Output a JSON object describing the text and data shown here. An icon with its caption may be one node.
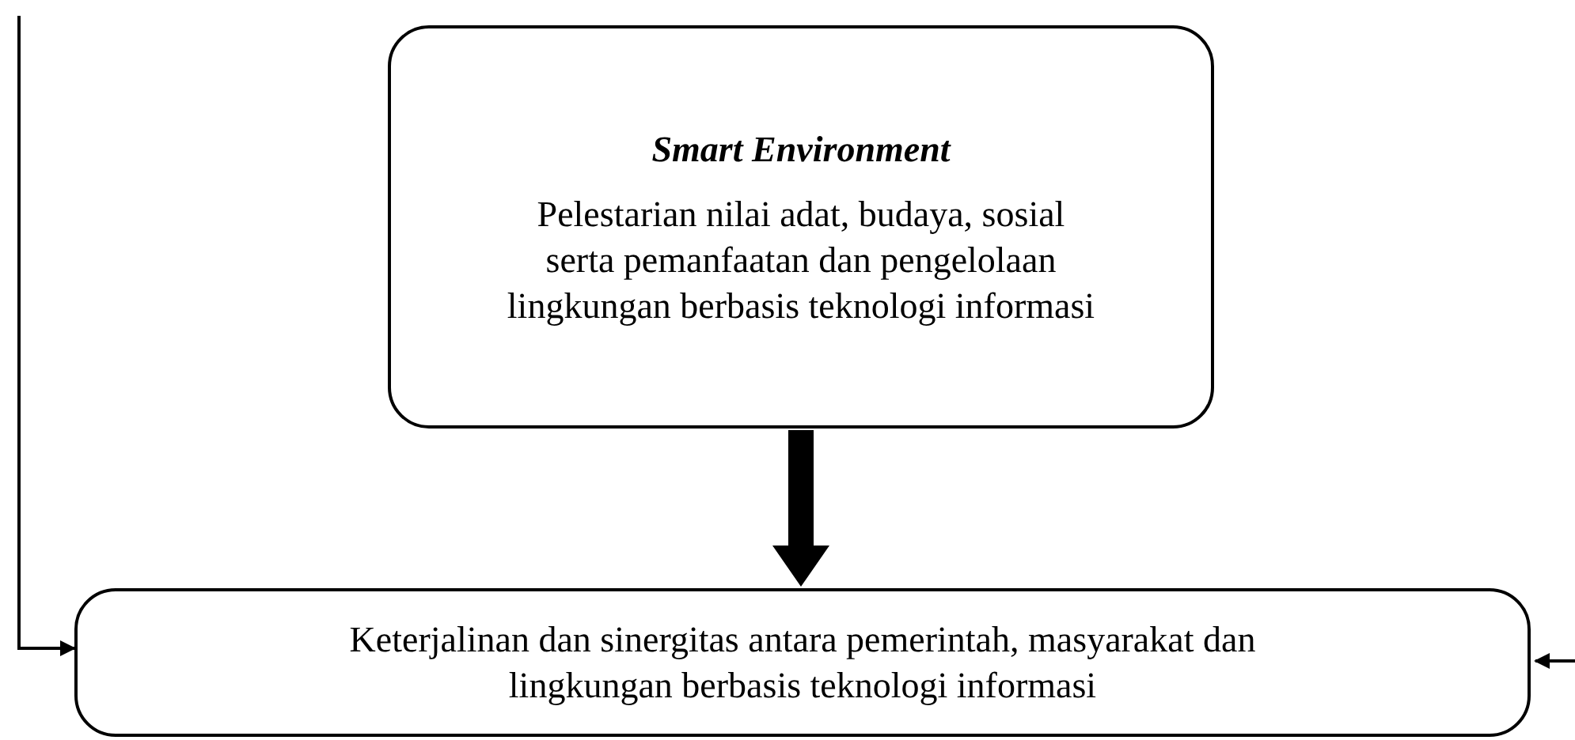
{
  "diagram": {
    "nodes": [
      {
        "text": [
          "Smart Environment",
          "Pelestarian nilai adat, budaya, sosial serta pemanfaatan dan pengelolaan lingkungan berbasis teknologi informasi"
        ]
      },
      {
        "text": [
          "Keterjalinan dan sinergitas antara pemerintah, masyarakat dan lingkungan berbasis teknologi informasi"
        ]
      }
    ],
    "edges": [
      {
        "from": 0,
        "to": 1,
        "arrow": "to",
        "style": "thick"
      },
      {
        "from": null,
        "to": 1,
        "arrow": "to"
      },
      {
        "from": null,
        "to": 1,
        "arrow": "to"
      }
    ]
  }
}
